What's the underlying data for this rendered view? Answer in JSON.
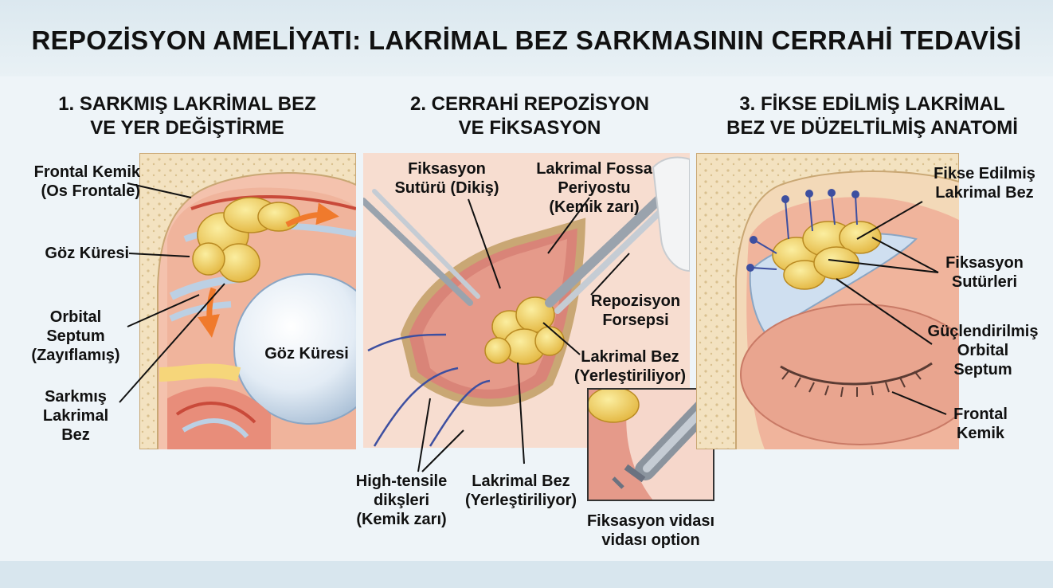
{
  "title": "REPOZİSYON AMELİYATI: LAKRİMAL BEZ SARKMASININ CERRAHİ TEDAVİSİ",
  "colors": {
    "tissue": "#f0b49c",
    "bone": "#f3e2c0",
    "gland": "#f2d56a",
    "septum": "#bcd0e4",
    "arrow": "#f07a2c",
    "suture": "#3d4fa0"
  },
  "panels": [
    {
      "title_lines": [
        "1. SARKMIŞ LAKRİMAL BEZ",
        "VE YER DEĞİŞTİRME"
      ],
      "labels": {
        "frontal_bone": [
          "Frontal Kemik",
          "(Os Frontale)"
        ],
        "eyeball_left": [
          "Göz Küresi"
        ],
        "orbital_septum": [
          "Orbital",
          "Septum",
          "(Zayıflamış)"
        ],
        "prolapsed_gland": [
          "Sarkmış",
          "Lakrimal",
          "Bez"
        ],
        "eyeball_center": [
          "Göz Küresi"
        ]
      }
    },
    {
      "title_lines": [
        "2. CERRAHİ REPOZİSYON",
        "VE FİKSASYON"
      ],
      "labels": {
        "fixation_suture": [
          "Fiksasyon",
          "Sutürü (Dikiş)"
        ],
        "fossa_periosteum": [
          "Lakrimal Fossa",
          "Periyostu",
          "(Kemik zarı)"
        ],
        "forceps": [
          "Repozisyon",
          "Forsepsi"
        ],
        "gland_right": [
          "Lakrimal Bez",
          "(Yerleştiriliyor)"
        ],
        "high_tensile": [
          "High-tensile",
          "dikşleri",
          "(Kemik zarı)"
        ],
        "gland_bottom": [
          "Lakrimal Bez",
          "(Yerleştiriliyor)"
        ],
        "screw": [
          "Fiksasyon vidası",
          "vidası option"
        ]
      }
    },
    {
      "title_lines": [
        "3. FİKSE EDİLMİŞ LAKRİMAL",
        "BEZ VE DÜZELTİLMİŞ ANATOMİ"
      ],
      "labels": {
        "fixed_gland": [
          "Fikse Edilmiş",
          "Lakrimal Bez"
        ],
        "fixation_sutures": [
          "Fiksasyon",
          "Sutürleri"
        ],
        "reinforced_septum": [
          "Güçlendirilmiş",
          "Orbital",
          "Septum"
        ],
        "frontal_bone": [
          "Frontal",
          "Kemik"
        ]
      }
    }
  ]
}
